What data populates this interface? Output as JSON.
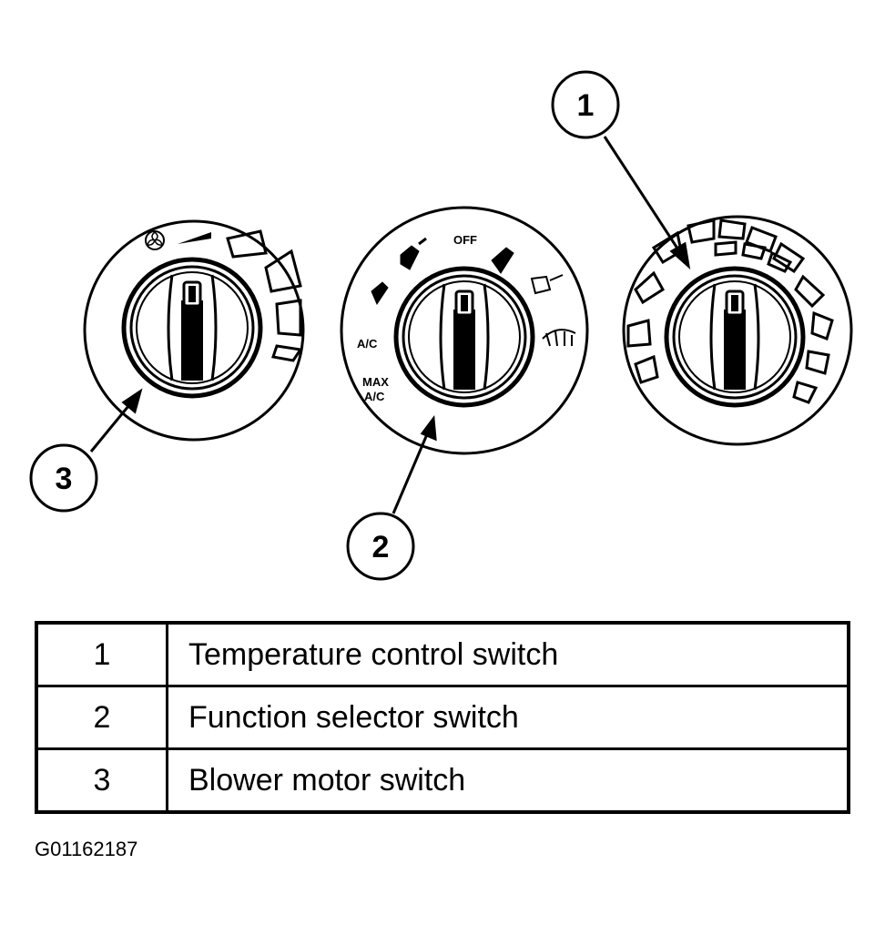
{
  "diagram": {
    "function_labels": {
      "off": "OFF",
      "ac": "A/C",
      "max_ac_line1": "MAX",
      "max_ac_line2": "A/C"
    },
    "callouts": [
      "1",
      "2",
      "3"
    ]
  },
  "legend": {
    "rows": [
      {
        "number": "1",
        "description": "Temperature control switch"
      },
      {
        "number": "2",
        "description": "Function selector switch"
      },
      {
        "number": "3",
        "description": "Blower motor switch"
      }
    ]
  },
  "figure_id": "G01162187"
}
